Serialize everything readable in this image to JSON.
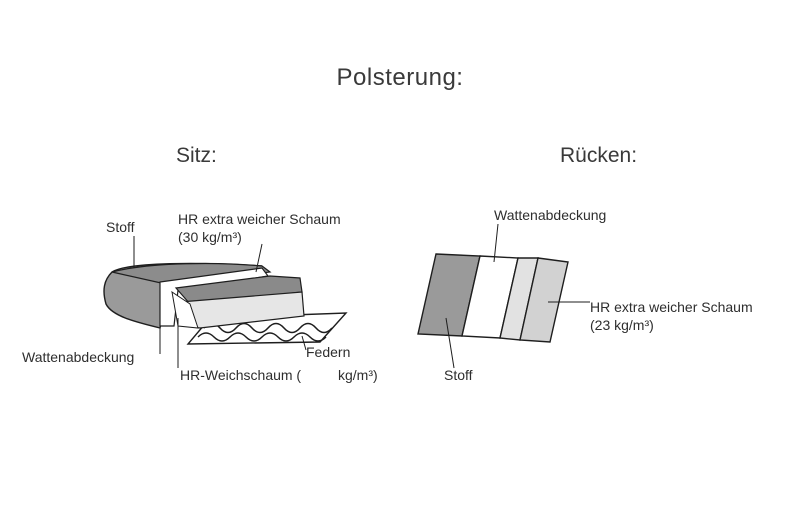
{
  "title": "Polsterung:",
  "sitz": {
    "heading": "Sitz:",
    "labels": {
      "stoff": "Stoff",
      "hr_extra_line1": "HR extra weicher Schaum",
      "hr_extra_line2": "(30 kg/m³)",
      "wattenabdeckung": "Wattenabdeckung",
      "federn": "Federn",
      "hr_weich_part1": "HR-Weichschaum (",
      "hr_weich_part2": "kg/m³)"
    }
  },
  "ruecken": {
    "heading": "Rücken:",
    "labels": {
      "wattenabdeckung": "Wattenabdeckung",
      "hr_extra_line1": "HR extra weicher Schaum",
      "hr_extra_line2": "(23 kg/m³)",
      "stoff": "Stoff"
    }
  },
  "colors": {
    "fabric": "#9a9a9a",
    "fabric_dark": "#7d7d7d",
    "foam_light": "#e6e6e6",
    "foam_mid": "#c8c8c8",
    "batting": "#ffffff",
    "outline": "#1e1e1e"
  }
}
